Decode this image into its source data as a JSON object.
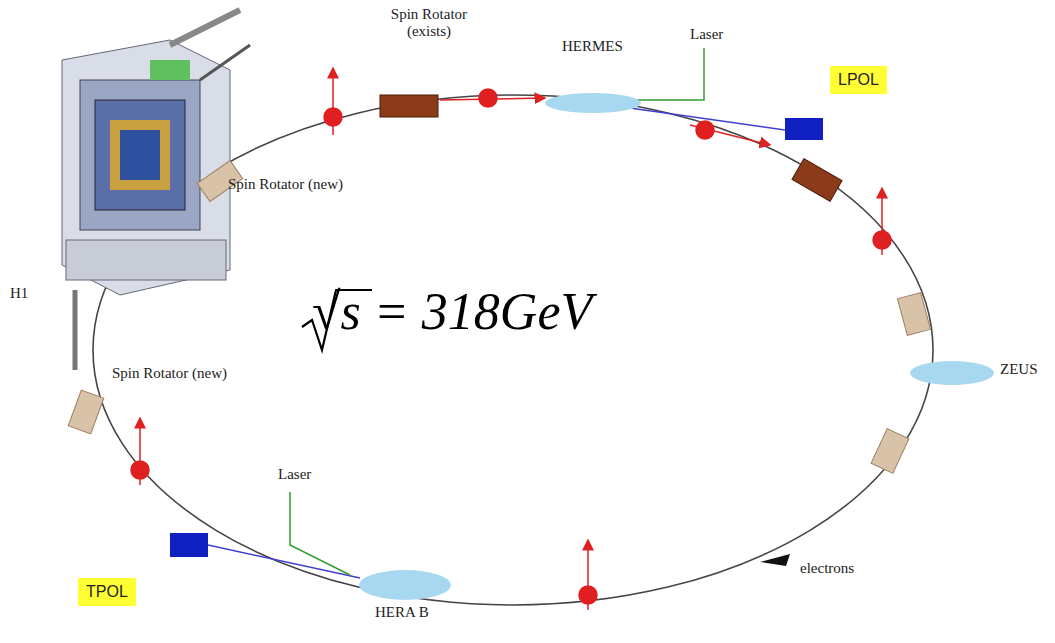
{
  "diagram": {
    "nodes": [
      {
        "text": [
          "HERMES"
        ]
      },
      {
        "text": [
          "LPOL"
        ]
      },
      {
        "text": [
          "ZEUS"
        ]
      },
      {
        "text": [
          "HERA B"
        ]
      },
      {
        "text": [
          "TPOL"
        ]
      }
    ],
    "labels": [
      "Spin Rotator (exists)",
      "Laser",
      "Spin Rotator (new)",
      "H1",
      "Spin Rotator (new)",
      "Laser",
      "electrons",
      "√s = 318GeV"
    ]
  }
}
